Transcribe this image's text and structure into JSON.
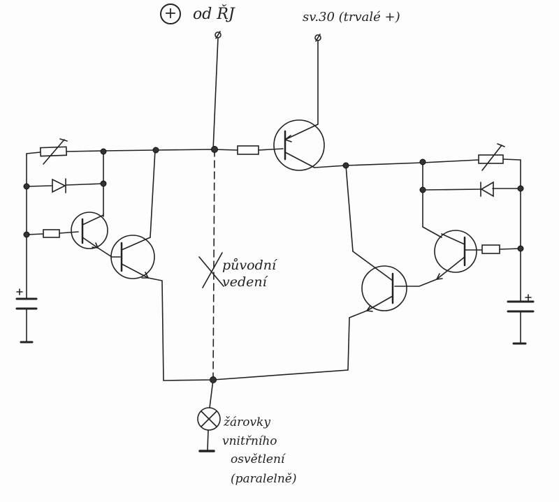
{
  "labels": {
    "supply_plus": "+",
    "supply_from": "od ŘJ",
    "permanent_supply": "sv.30 (trvalé +)",
    "original_wiring": "původní vedení",
    "lamp_line1": "žárovky",
    "lamp_line2": "vnitřního",
    "lamp_line3": "osvětlení",
    "lamp_line4": "(paralelně)"
  },
  "colors": {
    "ink": "#222222",
    "paper": "#fdfdfd"
  }
}
